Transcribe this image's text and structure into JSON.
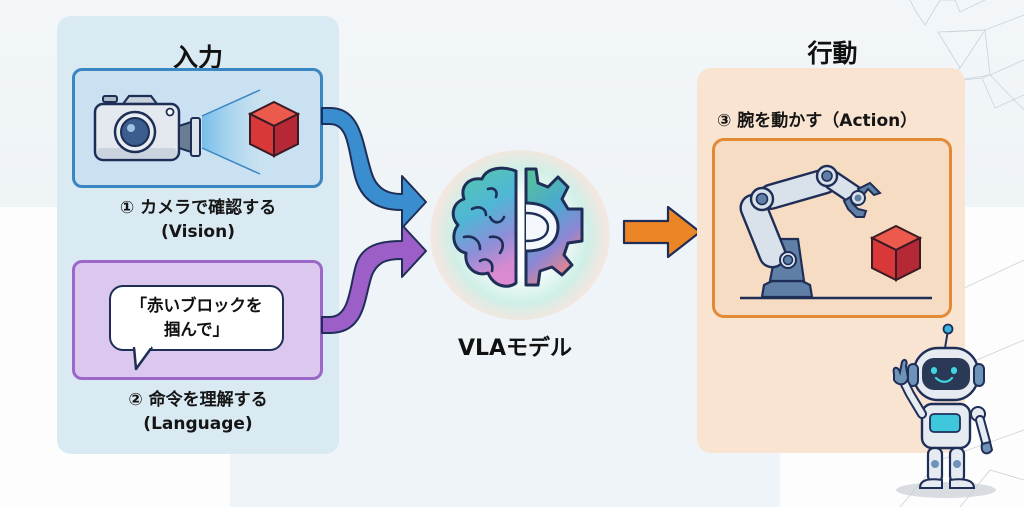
{
  "input_panel": {
    "title": "入力",
    "vision": {
      "caption_line1": "① カメラで確認する",
      "caption_line2": "(Vision)",
      "icons": [
        "camera-icon",
        "red-cube-icon"
      ]
    },
    "language": {
      "bubble_line1": "「赤いブロックを",
      "bubble_line2": "掴んで」",
      "caption_line1": "② 命令を理解する",
      "caption_line2": "(Language)",
      "icons": [
        "speech-bubble-icon"
      ]
    }
  },
  "model": {
    "label": "VLAモデル",
    "icons": [
      "brain-icon",
      "gear-icon"
    ]
  },
  "action_panel": {
    "title": "行動",
    "caption": "③ 腕を動かす（Action）",
    "icons": [
      "robot-arm-icon",
      "red-cube-icon",
      "robot-mascot-icon"
    ]
  },
  "colors": {
    "input_panel_bg": "#d9eaf2",
    "vision_border": "#3a86c3",
    "language_border": "#9b67c9",
    "action_panel_bg": "#f9e4d2",
    "action_border": "#e08a35",
    "arrow_vision": "#3a8ed0",
    "arrow_language": "#9c5fc8",
    "arrow_action": "#ec8526",
    "cube": "#d93838"
  }
}
